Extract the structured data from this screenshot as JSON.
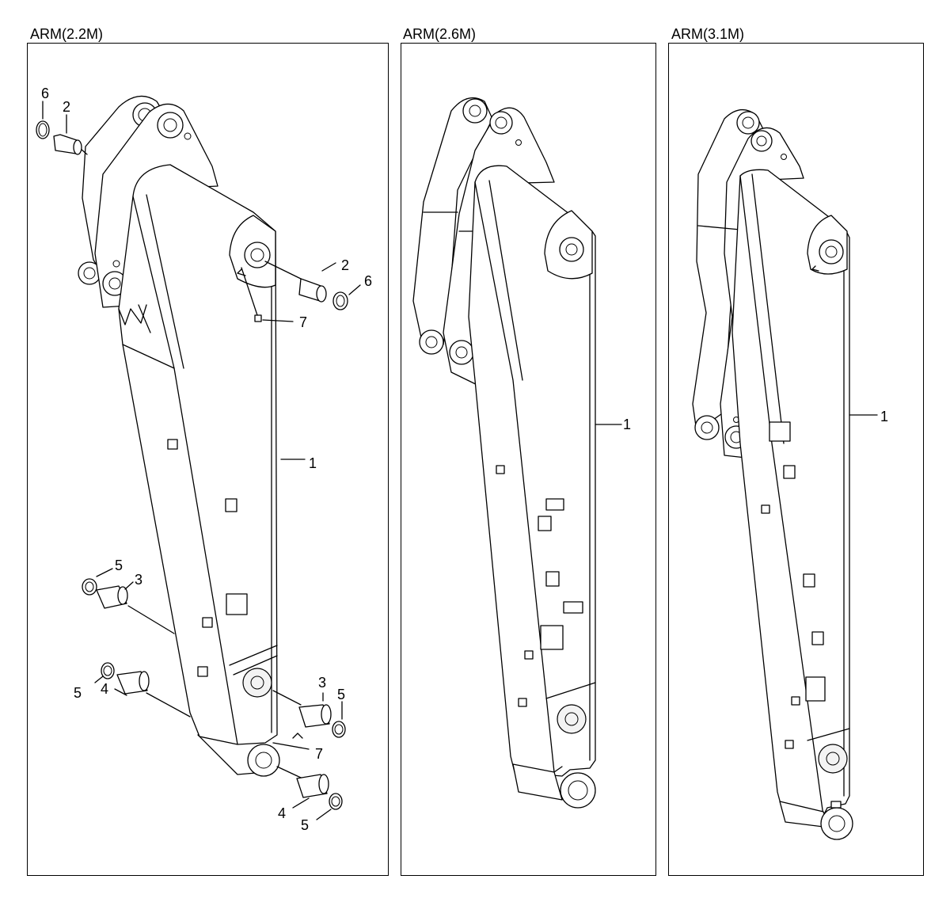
{
  "panels": [
    {
      "title": "ARM(2.2M)"
    },
    {
      "title": "ARM(2.6M)"
    },
    {
      "title": "ARM(3.1M)"
    }
  ],
  "callouts": {
    "arm": "1",
    "bushing_top": "2",
    "bushing_mid": "3",
    "bushing_bottom": "4",
    "shim_lower": "5",
    "shim_upper": "6",
    "grease_nipple": "7"
  }
}
